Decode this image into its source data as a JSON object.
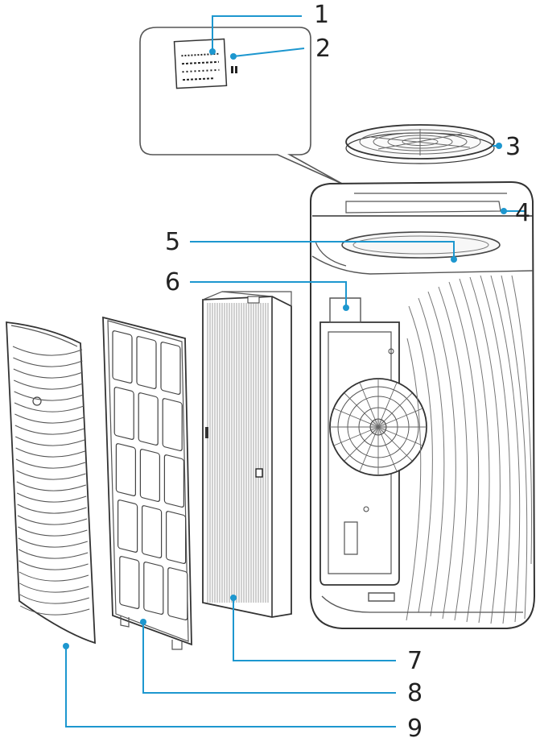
{
  "diagram": {
    "accent_color": "#1d97cf",
    "callouts": [
      {
        "number": "1"
      },
      {
        "number": "2"
      },
      {
        "number": "3"
      },
      {
        "number": "4"
      },
      {
        "number": "5"
      },
      {
        "number": "6"
      },
      {
        "number": "7"
      },
      {
        "number": "8"
      },
      {
        "number": "9"
      }
    ]
  }
}
